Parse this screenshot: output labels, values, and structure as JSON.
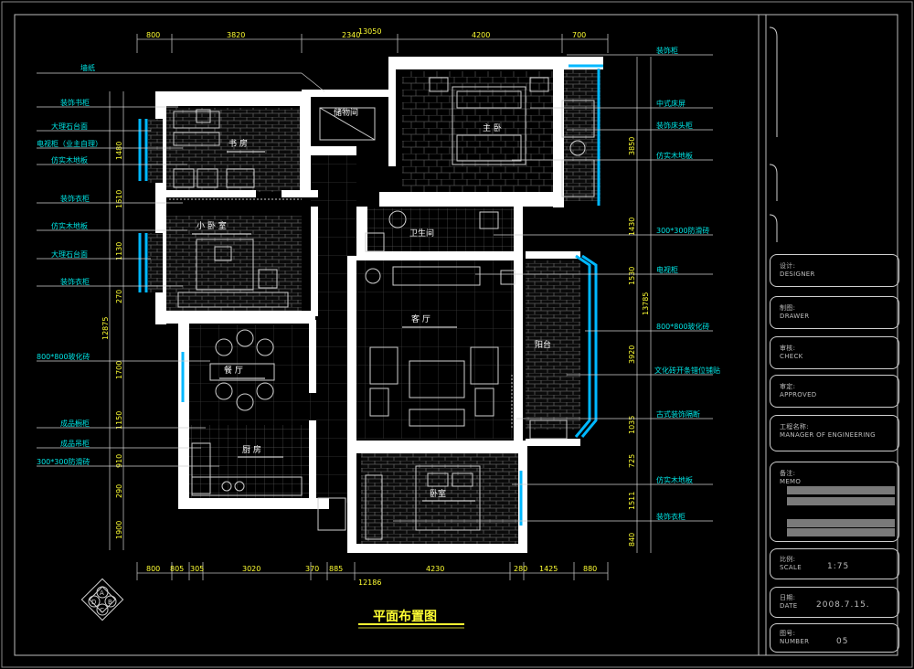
{
  "drawing": {
    "title": "平面布置图",
    "overall_top": "13050",
    "overall_bottom": "12186",
    "overall_right": "13785",
    "overall_left": "12875",
    "dims_top": [
      "800",
      "3820",
      "2340",
      "4200",
      "700"
    ],
    "dims_bottom": [
      "800",
      "805",
      "305",
      "3020",
      "370",
      "885",
      "4230",
      "280",
      "1425",
      "880"
    ],
    "dims_left": [
      "1480",
      "1610",
      "1130",
      "270",
      "1700",
      "1150",
      "910",
      "290",
      "1900"
    ],
    "dims_right": [
      "3850",
      "1430",
      "1530",
      "3920",
      "1035",
      "725",
      "1511",
      "840"
    ],
    "labels_left": [
      "墙纸",
      "装饰书柜",
      "大理石台面",
      "电视柜（业主自理）",
      "仿实木地板",
      "装饰衣柜",
      "仿实木地板",
      "大理石台面",
      "装饰衣柜",
      "800*800玻化砖",
      "成品橱柜",
      "成品吊柜",
      "300*300防滑砖"
    ],
    "labels_right": [
      "装饰柜",
      "中式床屏",
      "装饰床头柜",
      "仿实木地板",
      "300*300防滑砖",
      "电视柜",
      "800*800玻化砖",
      "文化砖开条错位铺贴",
      "古式装饰隔断",
      "仿实木地板",
      "装饰衣柜"
    ],
    "rooms": {
      "storage": "储物间",
      "study": "书  房",
      "guest": "小  卧  室",
      "master": "主  卧",
      "bath": "卫生间",
      "living": "客  厅",
      "dining": "餐  厅",
      "kitchen": "厨  房",
      "balcony": "阳台",
      "bedroom": "卧室"
    },
    "compass": [
      "A",
      "B",
      "C",
      "D"
    ]
  },
  "title_block": {
    "designer_cn": "设计:",
    "designer_en": "DESIGNER",
    "drawer_cn": "制图:",
    "drawer_en": "DRAWER",
    "check_cn": "审核:",
    "check_en": "CHECK",
    "approved_cn": "审定:",
    "approved_en": "APPROVED",
    "project_cn": "工程名称:",
    "project_en": "MANAGER OF ENGINEERING",
    "memo_cn": "备注:",
    "memo_en": "MEMO",
    "scale_cn": "比例:",
    "scale_en": "SCALE",
    "scale_value": "1:75",
    "date_cn": "日期:",
    "date_en": "DATE",
    "date_value": "2008.7.15.",
    "number_cn": "图号:",
    "number_en": "NUMBER",
    "number_value": "05"
  },
  "colors": {
    "cyan": "#00e5e5",
    "yellow": "#ffff33",
    "wall": "#ffffff",
    "hatch": "#6a6a6a",
    "window": "#00b8ff"
  }
}
